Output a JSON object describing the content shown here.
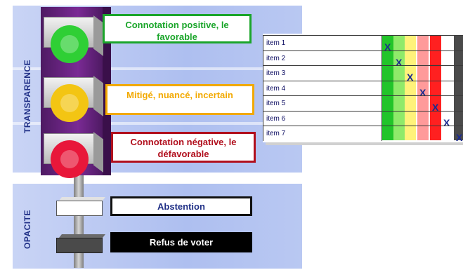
{
  "sections": {
    "transparence": "TRANSPARENCE",
    "opacite": "OPACITE"
  },
  "lights": [
    {
      "label": "Connotation positive, le favorable",
      "lamp_color": "#2fcf35",
      "text_color": "#1aa52a",
      "border_color": "#1aa52a"
    },
    {
      "label": "Mitigé, nuancé, incertain",
      "lamp_color": "#f3c513",
      "text_color": "#f2a900",
      "border_color": "#f2a900"
    },
    {
      "label": "Connotation négative, le défavorable",
      "lamp_color": "#e8173a",
      "text_color": "#b10f1d",
      "border_color": "#b10f1d"
    }
  ],
  "opacity_options": [
    {
      "label": "Abstention",
      "style": "white"
    },
    {
      "label": "Refus de voter",
      "style": "black"
    }
  ],
  "scale_colors": [
    "#22c42a",
    "#8fea6a",
    "#fff27a",
    "#ff9a9a",
    "#ff2020",
    "#ffffff",
    "#4a4a4a"
  ],
  "items": [
    {
      "label": "item 1",
      "mark": "X",
      "column": 0
    },
    {
      "label": "item 2",
      "mark": "X",
      "column": 1
    },
    {
      "label": "item 3",
      "mark": "X",
      "column": 2
    },
    {
      "label": "item 4",
      "mark": "X",
      "column": 3
    },
    {
      "label": "item 5",
      "mark": "X",
      "column": 4
    },
    {
      "label": "item 6",
      "mark": "X",
      "column": 5
    },
    {
      "label": "item 7",
      "mark": "X",
      "column": 6
    }
  ]
}
